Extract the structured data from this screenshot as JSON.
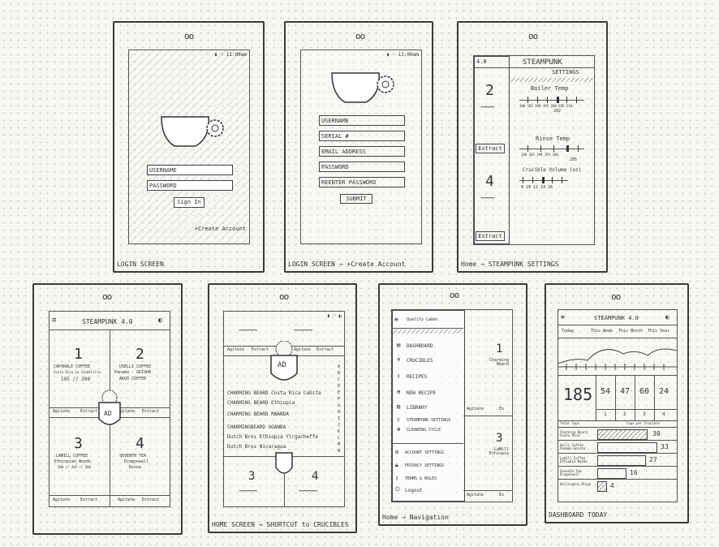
{
  "screens": {
    "login": {
      "caption": "LOGIN SCREEN",
      "username": "USERNAME",
      "password": "PASSWORD",
      "sign_in": "Sign In",
      "create": "+Create Account",
      "status": "▮ ♡ 11:00am"
    },
    "create": {
      "caption": "LOGIN SCREEN → +Create Account",
      "fields": [
        "USERNAME",
        "SERIAL #",
        "EMAIL ADDRESS",
        "PASSWORD",
        "REENTER PASSWORD"
      ],
      "submit": "SUBMIT",
      "status": "▮ ♡ 11:00am"
    },
    "settings": {
      "caption": "Home → STEAMPUNK SETTINGS",
      "version": "4.0",
      "title": "STEAMPUNK",
      "subtitle": "SETTINGS",
      "brew_temp": "Boiler Temp",
      "rinse_temp": "Rinse Temp",
      "volume": "Crucible Volume (oz)",
      "slot_top": "2",
      "slot_bottom": "4",
      "extract": "Extract",
      "brew_ticks": "180 185 190 195 200 205 210",
      "brew_val": "202",
      "rinse_ticks": "180 185 190 195 200",
      "rinse_val": "205",
      "vol_ticks": "8  10  12  14  16"
    },
    "home": {
      "title": "STEAMPUNK 4.0",
      "q1": {
        "num": "1",
        "name": "CAPORALE COFFEE",
        "sub": "Costa Rica La Candelilla",
        "temp": "195 // 200"
      },
      "q2": {
        "num": "2",
        "name": "USELLI COFFEE",
        "sub": "Panama - GEISHA",
        "sub2": "AKOO COFFEE"
      },
      "q3": {
        "num": "3",
        "name": "LAMILL COFFEE",
        "sub": "Ethiopian Wondo",
        "temp": "200 // 205 // 200"
      },
      "q4": {
        "num": "4",
        "name": "SEVENTH TEA",
        "sub": "Dragonwell",
        "sub2": "Rinse"
      },
      "agitate": "Agitate",
      "extract": "Extract",
      "logo": "AD"
    },
    "crucibles": {
      "caption": "HOME SCREEN → SHORTCUT to CRUCIBLES",
      "tabs": [
        "Agitate",
        "Extract",
        "Agitate",
        "Extract"
      ],
      "logo": "AD",
      "rows": [
        "CHARMING BEARD Costa Rica Cabita",
        "CHARMING BEARD Ethiopia",
        "CHARMING BEARD RWANDA",
        "CHARMINGBEARD UGANDA",
        "Dutch Bros Ethiopia Yirgacheffe",
        "Dutch Bros Nicaragua"
      ],
      "alpha": "A B C D E F G H I J K L M N",
      "n3": "3",
      "n4": "4"
    },
    "nav": {
      "caption": "Home → Navigation",
      "header": "Quality Label",
      "items": [
        "DASHBOARD",
        "CRUCIBLES",
        "RECIPES",
        "NEW RECIPE",
        "LIBRARY",
        "STEAMPUNK SETTINGS",
        "CLEANING CYCLE"
      ],
      "footer": [
        "ACCOUNT SETTINGS",
        "PRIVACY SETTINGS",
        "TERMS & RULES",
        "Logout"
      ],
      "side1": "1",
      "side1_text": "Charming Beard",
      "side3": "3",
      "side3_text": "LaMill Ethiopia",
      "agitate": "Agitate",
      "extract": "Ex"
    },
    "dashboard": {
      "caption": "DASHBOARD TODAY",
      "title": "STEAMPUNK 4.0",
      "tabs": [
        "Today",
        "This Week",
        "This Month",
        "This Year"
      ],
      "total": "185",
      "counts": [
        "54",
        "47",
        "60",
        "24"
      ],
      "slots": [
        "1",
        "2",
        "3",
        "4"
      ],
      "labels_left": "Total Cups",
      "labels_right": "Cups per Crucible",
      "rows": [
        {
          "label": "Charming Beard Costa Rica",
          "value": "30"
        },
        {
          "label": "Uelli Coffee Panama Geisha",
          "value": "33"
        },
        {
          "label": "Lamill Coffee Ethiopia Wondo",
          "value": "27"
        },
        {
          "label": "Seventh Tea Dragonwell",
          "value": "16"
        },
        {
          "label": "Dallington Black",
          "value": "4"
        }
      ]
    }
  }
}
